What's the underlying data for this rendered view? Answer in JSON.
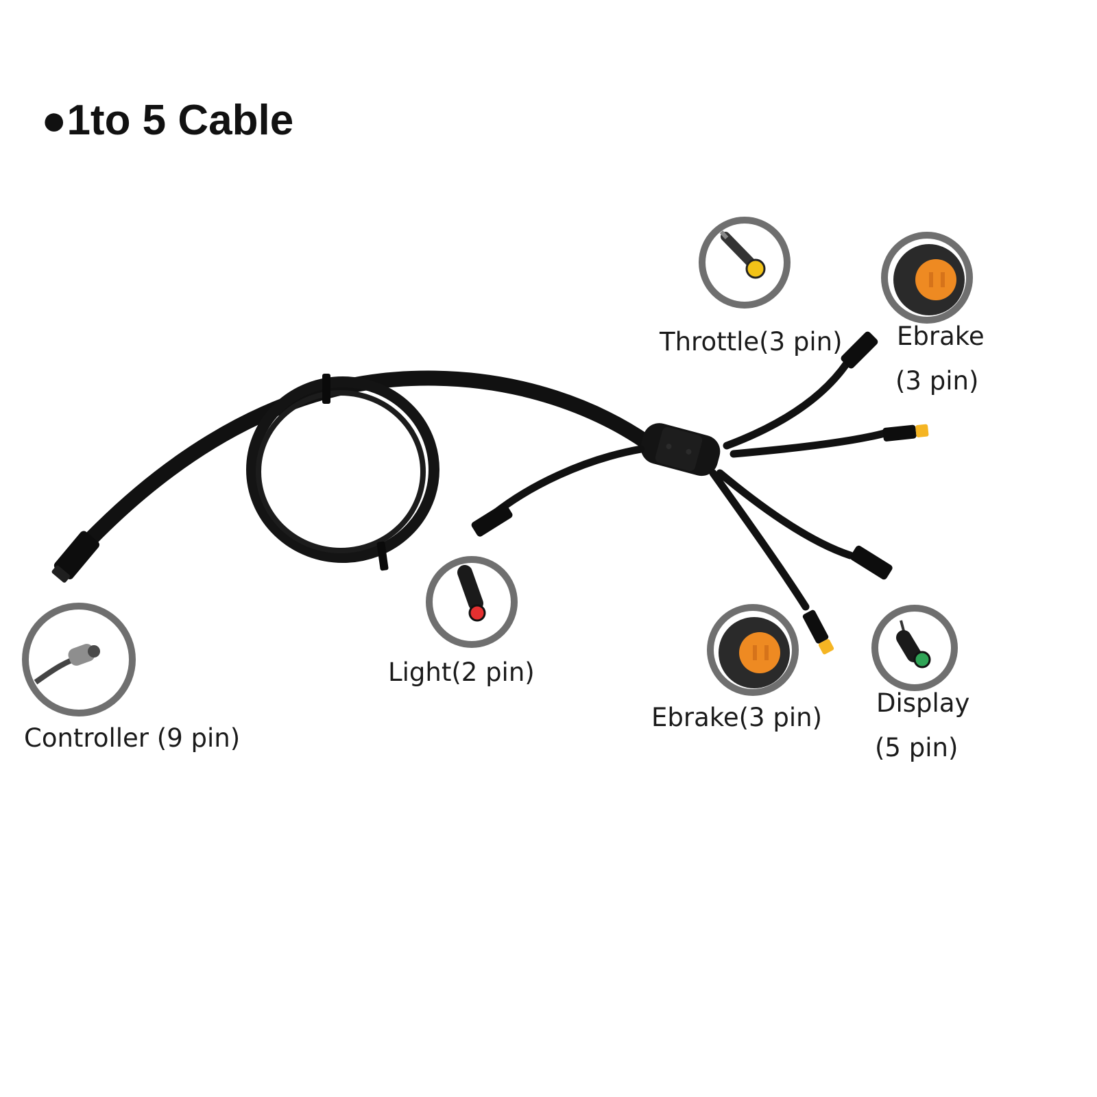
{
  "title": "●1to 5 Cable",
  "labels": {
    "throttle": "Throttle(3 pin)",
    "ebrake_top_line1": "Ebrake",
    "ebrake_top_line2": "(3 pin)",
    "light": "Light(2 pin)",
    "controller": "Controller (9 pin)",
    "ebrake_bottom": "Ebrake(3 pin)",
    "display_line1": "Display",
    "display_line2": "(5 pin)"
  },
  "colors": {
    "cable": "#111111",
    "inset_ring": "#6f6f6f",
    "throttle_face": "#f2c318",
    "ebrake_face": "#ee8a22",
    "light_face": "#e53030",
    "display_face": "#2fa456",
    "connector_tip": "#f5b523"
  }
}
